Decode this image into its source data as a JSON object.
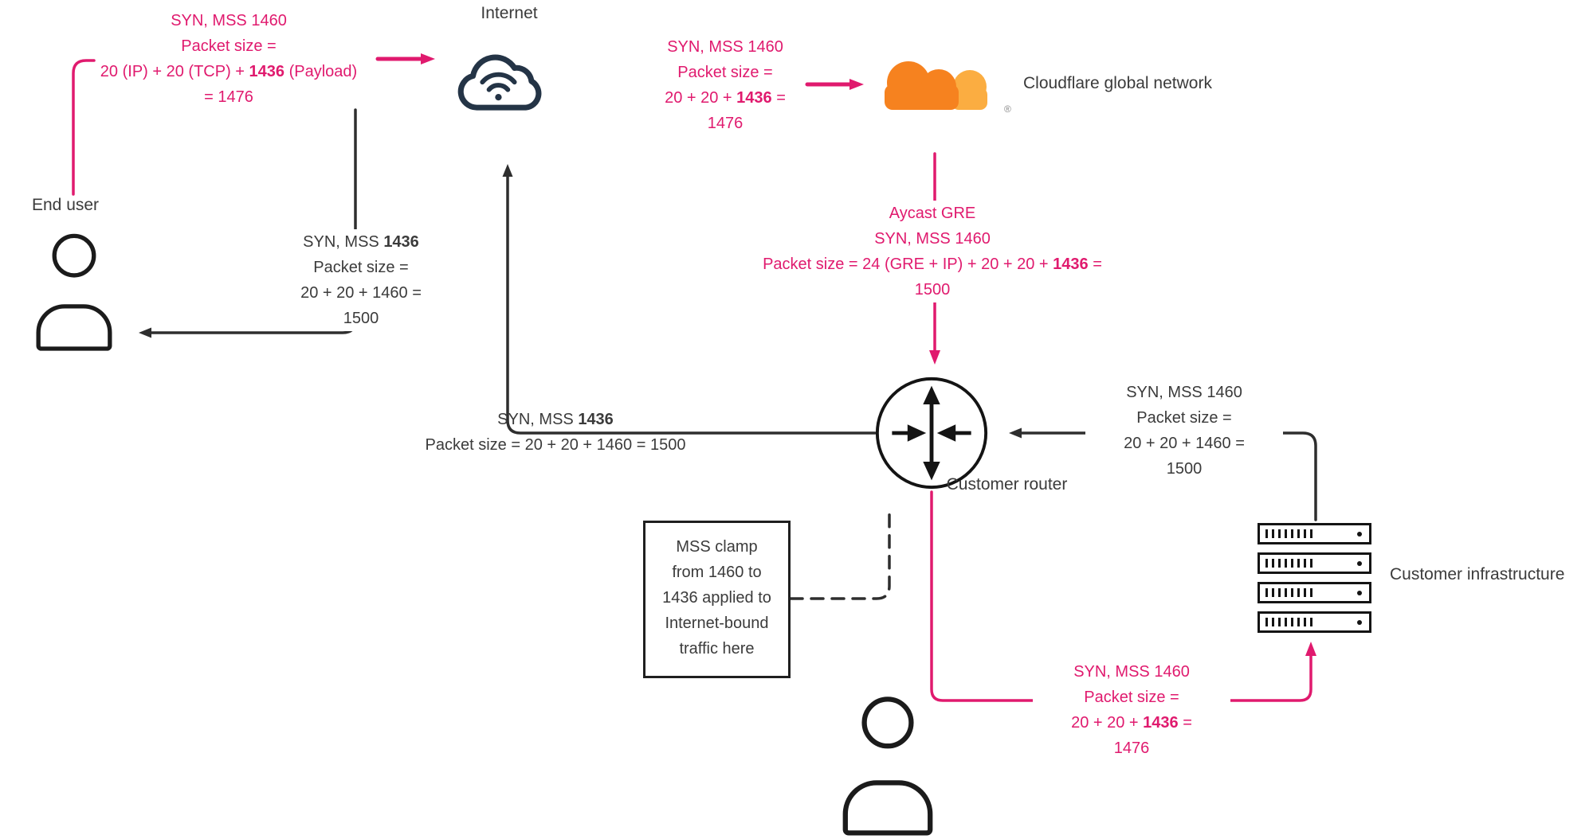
{
  "colors": {
    "pink": "#E01A6E",
    "line": "#2E2E2E",
    "navy": "#243446",
    "cf_orange": "#F6821F",
    "cf_light": "#FBAD41"
  },
  "labels": {
    "internet": "Internet",
    "cloudflare": "Cloudflare global network",
    "end_user": "End user",
    "customer_router": "Customer router",
    "customer_infrastructure": "Customer infrastructure",
    "registered_mark": "®"
  },
  "annotations": {
    "user_to_internet": {
      "lines": [
        "SYN, MSS 1460",
        "Packet size =",
        [
          {
            "t": "20 (IP) + 20 (TCP) + "
          },
          {
            "t": "1436",
            "b": true
          },
          {
            "t": " (Payload)"
          }
        ],
        "= 1476"
      ]
    },
    "internet_to_cloudflare": {
      "lines": [
        "SYN, MSS 1460",
        "Packet size =",
        [
          {
            "t": "20 + 20 + "
          },
          {
            "t": "1436",
            "b": true
          },
          {
            "t": " ="
          }
        ],
        "1476"
      ]
    },
    "cloudflare_to_router": {
      "lines": [
        "Aycast GRE",
        "SYN, MSS 1460",
        [
          {
            "t": "Packet size = 24 (GRE + IP) + 20 + 20 + "
          },
          {
            "t": "1436",
            "b": true
          },
          {
            "t": " ="
          }
        ],
        "1500"
      ]
    },
    "internet_to_enduser": {
      "lines": [
        [
          {
            "t": "SYN, MSS "
          },
          {
            "t": "1436",
            "b": true
          }
        ],
        "Packet size =",
        "20 + 20 + 1460 =",
        "1500"
      ]
    },
    "router_to_internet": {
      "lines": [
        [
          {
            "t": "SYN, MSS "
          },
          {
            "t": "1436",
            "b": true
          }
        ],
        "Packet size = 20 + 20 + 1460 = 1500"
      ]
    },
    "infrastructure_to_router": {
      "lines": [
        "SYN, MSS 1460",
        "Packet size =",
        "20 + 20 + 1460 =",
        "1500"
      ]
    },
    "router_to_infrastructure": {
      "lines": [
        "SYN, MSS 1460",
        "Packet size =",
        [
          {
            "t": "20 + 20 + "
          },
          {
            "t": "1436",
            "b": true
          },
          {
            "t": " ="
          }
        ],
        "1476"
      ]
    }
  },
  "clamp_note": {
    "lines": [
      "MSS clamp",
      "from 1460 to",
      "1436 applied to",
      "Internet-bound",
      "traffic here"
    ]
  }
}
